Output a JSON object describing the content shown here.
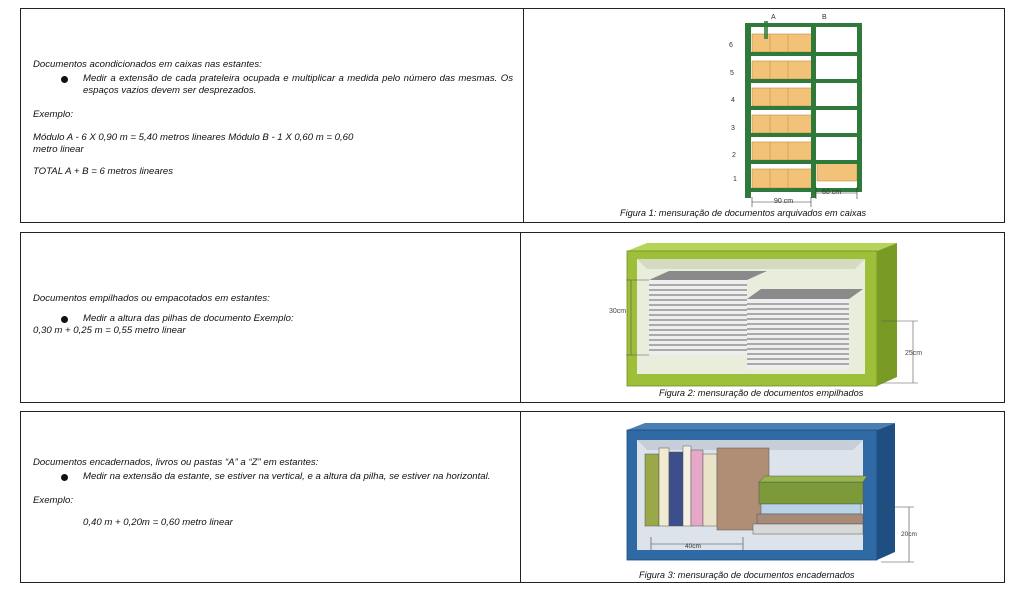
{
  "panel1": {
    "title": "Documentos acondicionados em caixas nas estantes:",
    "bullet": "Medir a extensão de cada prateleira ocupada e multiplicar a medida pelo número das mesmas. Os espaços vazios devem ser desprezados.",
    "example_label": "Exemplo:",
    "calc_line1": "Módulo A - 6 X 0,90 m = 5,40 metros lineares Módulo B - 1 X 0,60 m = 0,60",
    "calc_line2": "metro linear",
    "total": "TOTAL A + B = 6 metros lineares",
    "figure": {
      "col_a": "A",
      "col_b": "B",
      "shelves": [
        "6",
        "5",
        "4",
        "3",
        "2",
        "1"
      ],
      "dim_a": "90 cm",
      "dim_b": "60 cm",
      "caption": "Figura 1: mensuração de documentos arquivados em caixas"
    }
  },
  "panel2": {
    "title": "Documentos empilhados ou empacotados em estantes:",
    "bullet": "Medir a altura das pilhas de documento Exemplo:",
    "calc": "0,30 m + 0,25 m = 0,55 metro linear",
    "figure": {
      "dim_left": "30cm",
      "dim_right": "25cm",
      "caption": "Figura 2: mensuração de documentos empilhados"
    }
  },
  "panel3": {
    "title": "Documentos encadernados, livros ou pastas “A” a “Z” em estantes:",
    "bullet": "Medir na extensão da estante, se estiver na vertical, e a altura da pilha, se estiver na horizontal.",
    "example_label": "Exemplo:",
    "calc": "0,40 m + 0,20m = 0,60 metro linear",
    "figure": {
      "dim_width": "40cm",
      "dim_height": "20cm",
      "caption": "Figura 3: mensuração de documentos encadernados"
    }
  }
}
